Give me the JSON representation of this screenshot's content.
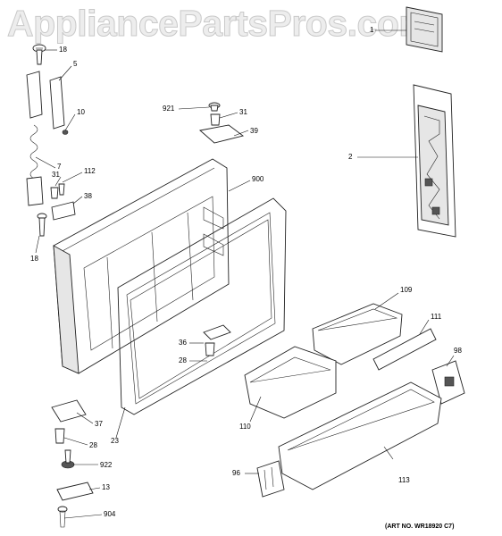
{
  "watermark": "AppliancePartsPros.com",
  "art_number": "(ART NO. WR18920 C7)",
  "callouts": {
    "c1": "1",
    "c2": "2",
    "c5": "5",
    "c7": "7",
    "c10": "10",
    "c13": "13",
    "c18a": "18",
    "c18b": "18",
    "c23": "23",
    "c28a": "28",
    "c28b": "28",
    "c31a": "31",
    "c31b": "31",
    "c36": "36",
    "c37": "37",
    "c38": "38",
    "c39": "39",
    "c96": "96",
    "c98": "98",
    "c109": "109",
    "c110": "110",
    "c111": "111",
    "c112": "112",
    "c113": "113",
    "c900": "900",
    "c904": "904",
    "c921": "921",
    "c922": "922"
  }
}
